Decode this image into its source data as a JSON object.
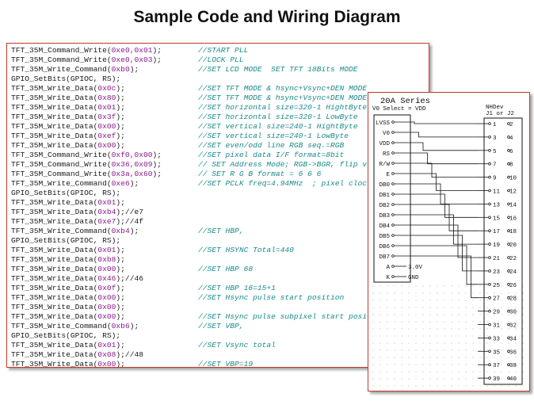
{
  "title": "Sample Code and Wiring Diagram",
  "code_lines": [
    {
      "pre": "TFT_35M_Command_Write(",
      "num": "0xe0,0x01",
      "post": ");",
      "comment": "//START PLL"
    },
    {
      "pre": "TFT_35M_Command_Write(",
      "num": "0xe0,0x03",
      "post": ");",
      "comment": "//LOCK PLL"
    },
    {
      "pre": "TFT_35M_Write_Command(",
      "num": "0xb0",
      "post": ");",
      "comment": "//SET LCD MODE  SET TFT 18Bits MODE"
    },
    {
      "pre": "GPIO_SetBits(GPIOC, RS);",
      "num": "",
      "post": "",
      "comment": ""
    },
    {
      "pre": "TFT_35M_Write_Data(",
      "num": "0x0c",
      "post": ");",
      "comment": "//SET TFT MODE & hsync+Vsync+DEN MODE"
    },
    {
      "pre": "TFT_35M_Write_Data(",
      "num": "0x80",
      "post": ");",
      "comment": "//SET TFT MODE & hsync+Vsync+DEN MODE"
    },
    {
      "pre": "TFT_35M_Write_Data(",
      "num": "0x01",
      "post": ");",
      "comment": "//SET horizontal size=320-1 HightByte"
    },
    {
      "pre": "TFT_35M_Write_Data(",
      "num": "0x3f",
      "post": ");",
      "comment": "//SET horizontal size=320-1 LowByte"
    },
    {
      "pre": "TFT_35M_Write_Data(",
      "num": "0x00",
      "post": ");",
      "comment": "//SET vertical size=240-1 HightByte"
    },
    {
      "pre": "TFT_35M_Write_Data(",
      "num": "0xef",
      "post": ");",
      "comment": "//SET vertical size=240-1 LowByte"
    },
    {
      "pre": "TFT_35M_Write_Data(",
      "num": "0x00",
      "post": ");",
      "comment": "//SET even/odd line RGB seq.=RGB"
    },
    {
      "pre": "TFT_35M_Command_Write(",
      "num": "0xf0,0x00",
      "post": ");",
      "comment": "//SET pixel data I/F format=8bit"
    },
    {
      "pre": "TFT_35M_Command_Write(",
      "num": "0x36,0x09",
      "post": ");",
      "comment": "// SET Address Mode; RGB->BGR, flip v"
    },
    {
      "pre": "TFT_35M_Command_Write(",
      "num": "0x3a,0x60",
      "post": ");",
      "comment": "// SET R G B format = 6 6 6"
    },
    {
      "pre": "TFT_35M_Write_Command(",
      "num": "0xe6",
      "post": ");",
      "comment": "//SET PCLK freq=4.94MHz  ; pixel cloc"
    },
    {
      "pre": "GPIO_SetBits(GPIOC, RS);",
      "num": "",
      "post": "",
      "comment": ""
    },
    {
      "pre": "TFT_35M_Write_Data(",
      "num": "0x01",
      "post": ");",
      "comment": ""
    },
    {
      "pre": "TFT_35M_Write_Data(",
      "num": "0xb4",
      "post": ");//e7",
      "comment": ""
    },
    {
      "pre": "TFT_35M_Write_Data(",
      "num": "0xe7",
      "post": ");//4f",
      "comment": ""
    },
    {
      "pre": "TFT_35M_Write_Command(",
      "num": "0xb4",
      "post": ");",
      "comment": "//SET HBP,"
    },
    {
      "pre": "GPIO_SetBits(GPIOC, RS);",
      "num": "",
      "post": "",
      "comment": ""
    },
    {
      "pre": "TFT_35M_Write_Data(",
      "num": "0x01",
      "post": ");",
      "comment": "//SET HSYNC Total=440"
    },
    {
      "pre": "TFT_35M_Write_Data(",
      "num": "0xb8",
      "post": ");",
      "comment": ""
    },
    {
      "pre": "TFT_35M_Write_Data(",
      "num": "0x00",
      "post": ");",
      "comment": "//SET HBP 68"
    },
    {
      "pre": "TFT_35M_Write_Data(",
      "num": "0x46",
      "post": ");//46",
      "comment": ""
    },
    {
      "pre": "TFT_35M_Write_Data(",
      "num": "0x0f",
      "post": ");",
      "comment": "//SET HBP 16=15+1"
    },
    {
      "pre": "TFT_35M_Write_Data(",
      "num": "0x00",
      "post": ");",
      "comment": "//SET Hsync pulse start position"
    },
    {
      "pre": "TFT_35M_Write_Data(",
      "num": "0x00",
      "post": ");",
      "comment": ""
    },
    {
      "pre": "TFT_35M_Write_Data(",
      "num": "0x00",
      "post": ");",
      "comment": "//SET Hsync pulse subpixel start posi"
    },
    {
      "pre": "TFT_35M_Write_Command(",
      "num": "0xb6",
      "post": ");",
      "comment": "//SET VBP,"
    },
    {
      "pre": "GPIO_SetBits(GPIOC, RS);",
      "num": "",
      "post": "",
      "comment": ""
    },
    {
      "pre": "TFT_35M_Write_Data(",
      "num": "0x01",
      "post": ");",
      "comment": "//SET Vsync total"
    },
    {
      "pre": "TFT_35M_Write_Data(",
      "num": "0x08",
      "post": ");//48",
      "comment": ""
    },
    {
      "pre": "TFT_35M_Write_Data(",
      "num": "0x00",
      "post": ");",
      "comment": "//SET VBP=19"
    }
  ],
  "wiring": {
    "series_title": "20A Series",
    "v0_select": "V0 Select = VDD",
    "header_label_1": "NHDev",
    "header_label_2": "J1 or J2",
    "lcd_pins": [
      "LVSS",
      "V0",
      "VDD",
      "RS",
      "R/W",
      "E",
      "DB0",
      "DB1",
      "DB2",
      "DB3",
      "DB4",
      "DB5",
      "DB6",
      "DB7",
      "A",
      "K"
    ],
    "a_value": "3.0V",
    "k_value": "GND",
    "header_left": [
      "1",
      "3",
      "5",
      "7",
      "9",
      "11",
      "13",
      "15",
      "17",
      "19",
      "21",
      "23",
      "25",
      "27",
      "29",
      "31",
      "33",
      "35",
      "37",
      "39"
    ],
    "header_right": [
      "2",
      "4",
      "6",
      "8",
      "10",
      "12",
      "14",
      "16",
      "18",
      "20",
      "22",
      "24",
      "26",
      "28",
      "30",
      "32",
      "34",
      "36",
      "38",
      "40"
    ],
    "line_color": "#111111",
    "border_color": "#c0392b"
  }
}
